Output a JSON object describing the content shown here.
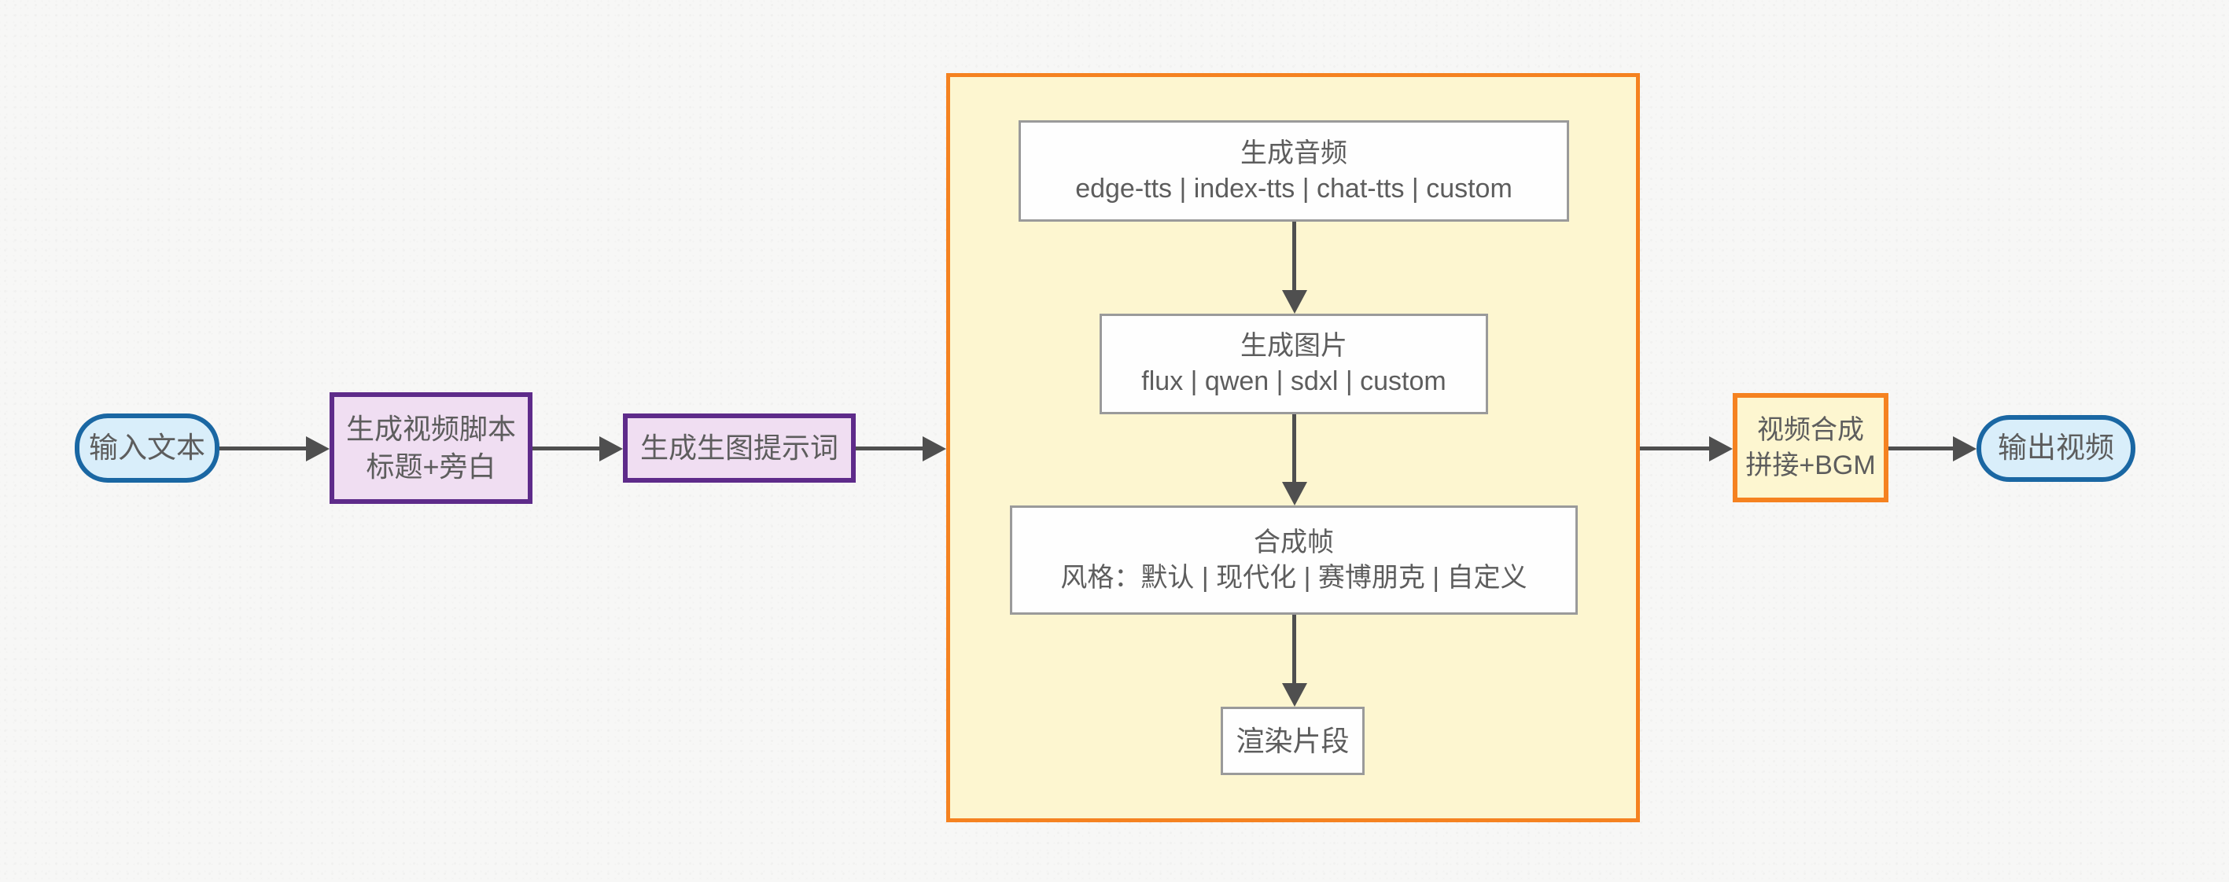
{
  "diagram": {
    "type": "flowchart",
    "direction": "left-to-right",
    "nodes": {
      "input": {
        "shape": "stadium",
        "label": "输入文本"
      },
      "script": {
        "shape": "rect",
        "line1": "生成视频脚本",
        "line2": "标题+旁白"
      },
      "prompt": {
        "shape": "rect",
        "label": "生成生图提示词"
      },
      "pipeline_group": {
        "shape": "group",
        "label": ""
      },
      "audio": {
        "shape": "rect",
        "line1": "生成音频",
        "line2": "edge-tts | index-tts | chat-tts | custom"
      },
      "image": {
        "shape": "rect",
        "line1": "生成图片",
        "line2": "flux | qwen | sdxl | custom"
      },
      "frame": {
        "shape": "rect",
        "line1": "合成帧",
        "line2": "风格：默认 | 现代化 | 赛博朋克 | 自定义"
      },
      "render": {
        "shape": "rect",
        "label": "渲染片段"
      },
      "compose": {
        "shape": "rect",
        "line1": "视频合成",
        "line2": "拼接+BGM"
      },
      "output": {
        "shape": "stadium",
        "label": "输出视频"
      }
    },
    "edges": [
      {
        "from": "input",
        "to": "script"
      },
      {
        "from": "script",
        "to": "prompt"
      },
      {
        "from": "prompt",
        "to": "pipeline_group"
      },
      {
        "from": "audio",
        "to": "image"
      },
      {
        "from": "image",
        "to": "frame"
      },
      {
        "from": "frame",
        "to": "render"
      },
      {
        "from": "pipeline_group",
        "to": "compose"
      },
      {
        "from": "compose",
        "to": "output"
      }
    ],
    "colors": {
      "terminal_border": "#1a67a3",
      "terminal_fill": "#d9eefa",
      "process_border": "#5e2b8a",
      "process_fill": "#f0def2",
      "group_border": "#f58220",
      "group_fill": "#fdf6d0",
      "step_border": "#9a9a9a",
      "step_fill": "#fefefe",
      "arrow": "#4f4f4f",
      "text": "#5d5d5d",
      "background": "#f7f7f6"
    }
  }
}
